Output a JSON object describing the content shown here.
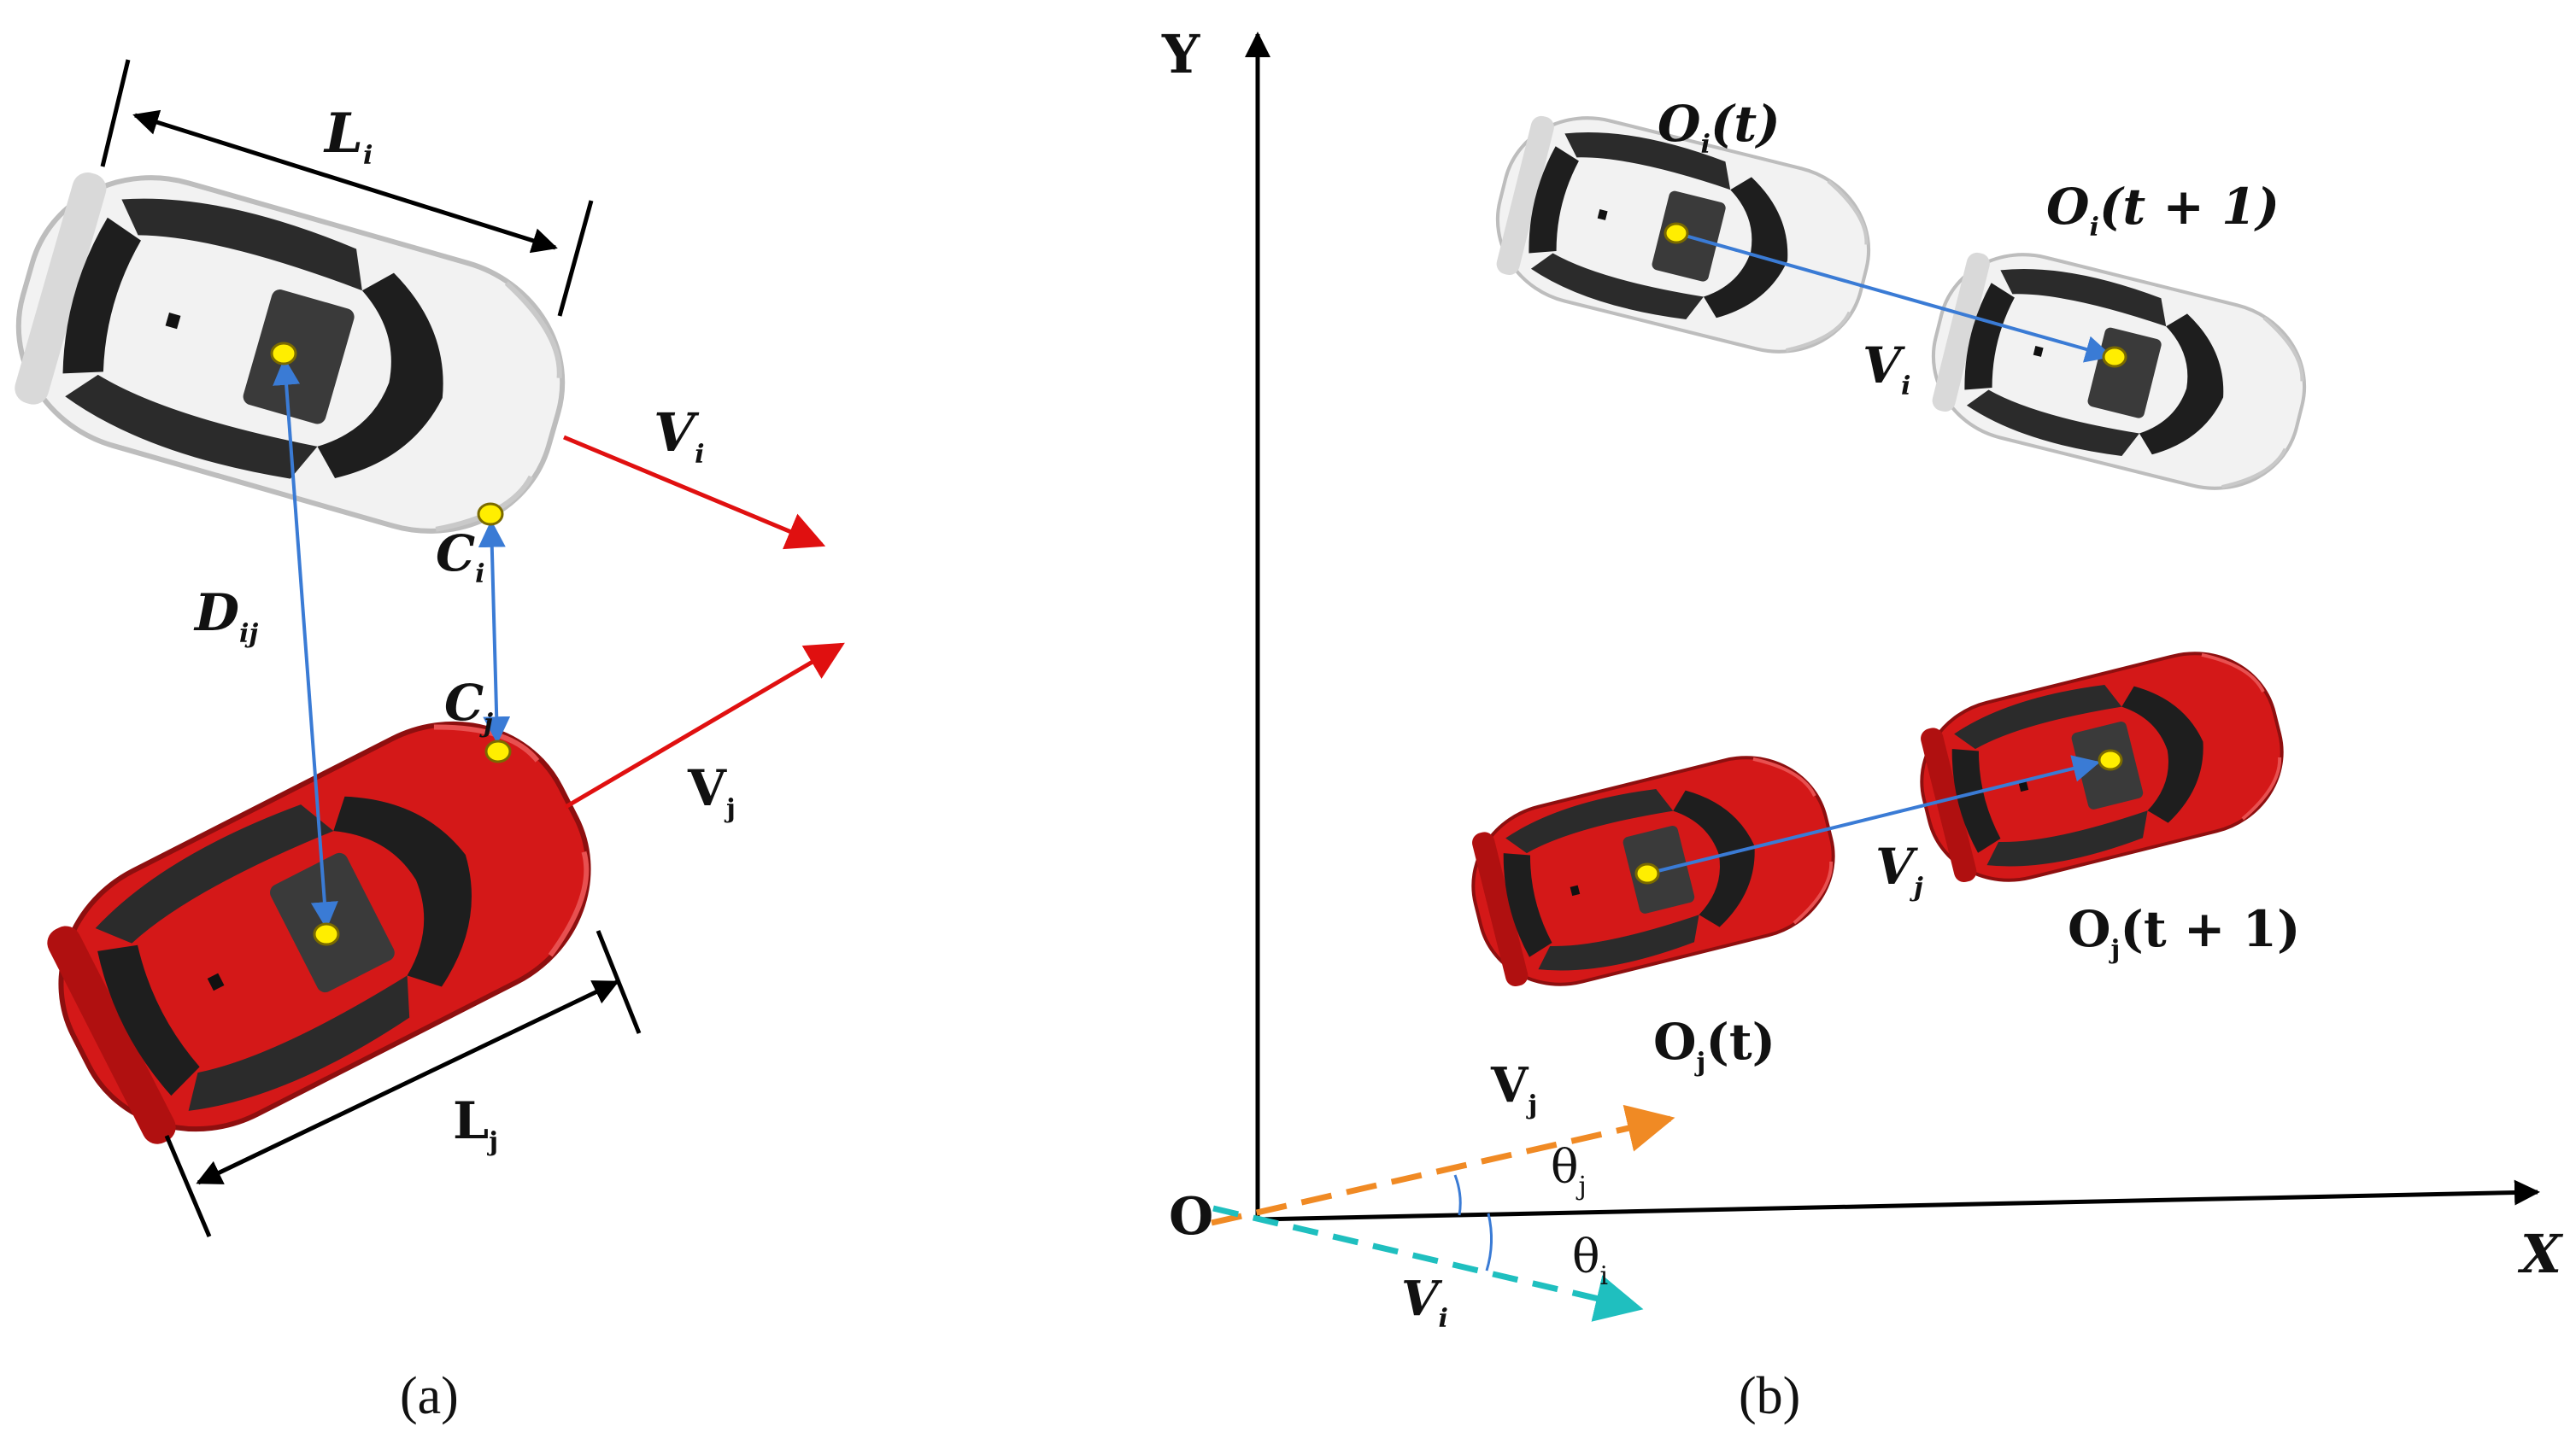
{
  "panel_a": {
    "labels": {
      "length_i": "L",
      "length_i_sub": "i",
      "length_j": "L",
      "length_j_sub": "j",
      "velocity_i": "V",
      "velocity_i_sub": "i",
      "velocity_j": "V",
      "velocity_j_sub": "j",
      "distance": "D",
      "distance_sub": "ij",
      "corner_i": "C",
      "corner_i_sub": "i",
      "corner_j": "C",
      "corner_j_sub": "j"
    },
    "caption": "(a)"
  },
  "panel_b": {
    "axis_x": "X",
    "axis_y": "Y",
    "origin": "O",
    "labels": {
      "oi_t": "O",
      "oi_t_sub": "i",
      "oi_t_arg": "(t)",
      "oi_t1": "O",
      "oi_t1_sub": "i",
      "oi_t1_arg": "(t + 1)",
      "oj_t": "O",
      "oj_t_sub": "j",
      "oj_t_arg": "(t)",
      "oj_t1": "O",
      "oj_t1_sub": "j",
      "oj_t1_arg": "(t + 1)",
      "vi_top": "V",
      "vi_top_sub": "i",
      "vj_mid": "V",
      "vj_mid_sub": "j",
      "vj_axis": "V",
      "vj_axis_sub": "j",
      "vi_axis": "V",
      "vi_axis_sub": "i",
      "theta_j": "θ",
      "theta_j_sub": "j",
      "theta_i": "θ",
      "theta_i_sub": "i"
    },
    "caption": "(b)"
  },
  "colors": {
    "car_white": "#f2f2f2",
    "car_red": "#d41818",
    "arrow_red": "#e01010",
    "arrow_blue": "#3a7bd5",
    "arrow_orange": "#f08a24",
    "arrow_teal": "#1fbfbf",
    "centroid": "#ffee00"
  }
}
